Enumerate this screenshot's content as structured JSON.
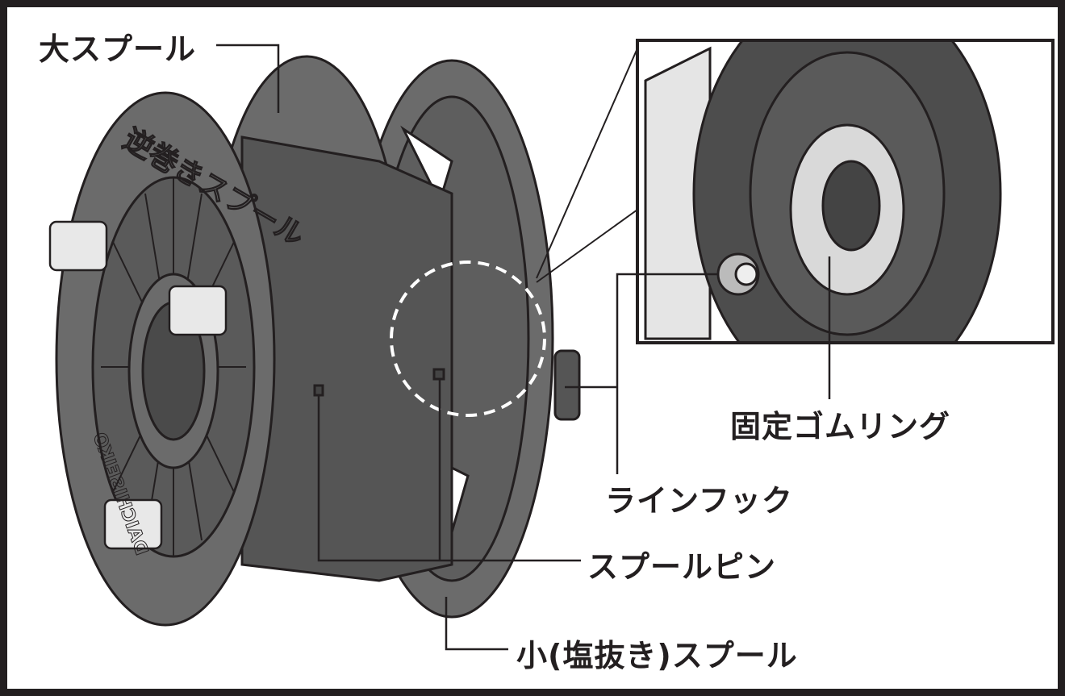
{
  "labels": {
    "large_spool": "大スプール",
    "rubber_ring": "固定ゴムリング",
    "line_hook": "ラインフック",
    "spool_pin": "スプールピン",
    "small_spool": "小(塩抜き)スプール"
  },
  "engravings": {
    "reverse_spool": "逆巻きスプール",
    "brand": "DAICHISEIKO"
  },
  "colors": {
    "outline": "#231f20",
    "body": "#6b6b6b",
    "dark": "#4a4a4a",
    "ring": "#d9d9d9"
  }
}
